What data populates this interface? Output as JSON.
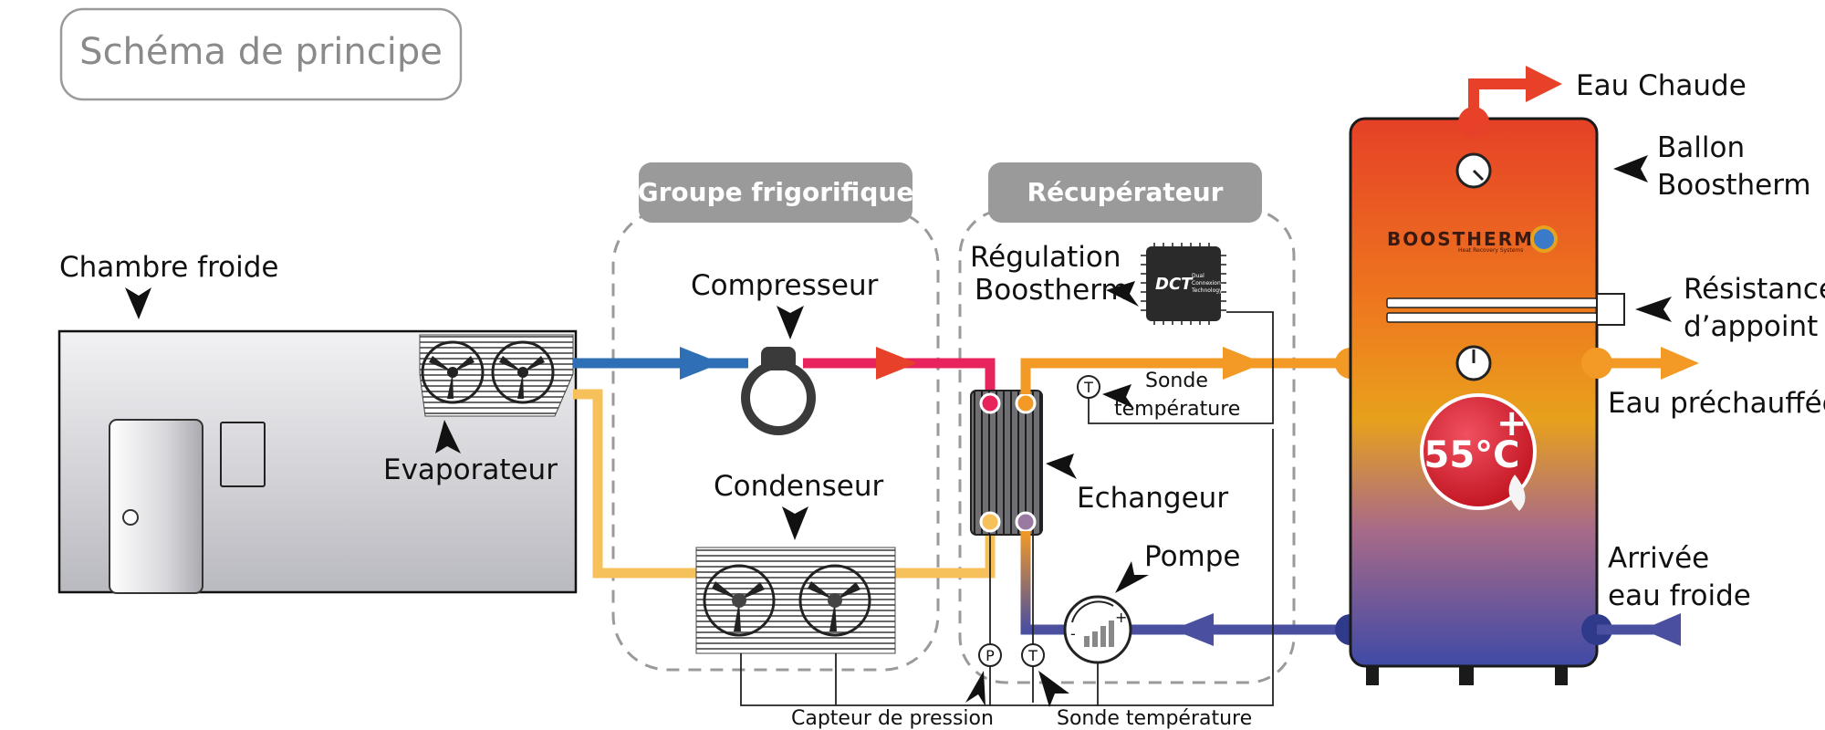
{
  "title": "Schéma de principe",
  "groups": {
    "groupe_frigorifique": "Groupe frigorifique",
    "recuperateur": "Récupérateur"
  },
  "labels": {
    "chambre_froide": "Chambre froide",
    "evaporateur": "Evaporateur",
    "compresseur": "Compresseur",
    "condenseur": "Condenseur",
    "regulation_line1": "Régulation",
    "regulation_line2": "Boostherm",
    "sonde_line1": "Sonde",
    "sonde_line2": "température",
    "echangeur": "Echangeur",
    "pompe": "Pompe",
    "capteur_pression": "Capteur de pression",
    "sonde_temperature_bottom": "Sonde température",
    "eau_chaude": "Eau Chaude",
    "ballon_line1": "Ballon",
    "ballon_line2": "Boostherm",
    "resistance_line1": "Résistance",
    "resistance_line2": "d’appoint",
    "eau_prechauffee": "Eau préchauffée",
    "arrivee_line1": "Arrivée",
    "arrivee_line2": "eau froide"
  },
  "tank": {
    "brand": "BOOSTHERM",
    "brand_sub": "Heat Recovery Systems",
    "temp_badge": "55°C",
    "temp_plus": "+"
  },
  "chip": {
    "label": "DCT",
    "sub_line1": "Dual",
    "sub_line2": "Connexion",
    "sub_line3": "Technology"
  },
  "sensor_symbols": {
    "temperature": "T",
    "pression": "P"
  },
  "colors": {
    "cold_suction": "#2f6fb6",
    "hot_gas": "#e8245c",
    "liquid": "#f6c15a",
    "hot_water": "#f39a26",
    "cold_water": "#4a4fa0",
    "arrow_red": "#e8412a",
    "group_label_bg": "#9a9a9a",
    "dashed": "#9a9a9a"
  }
}
